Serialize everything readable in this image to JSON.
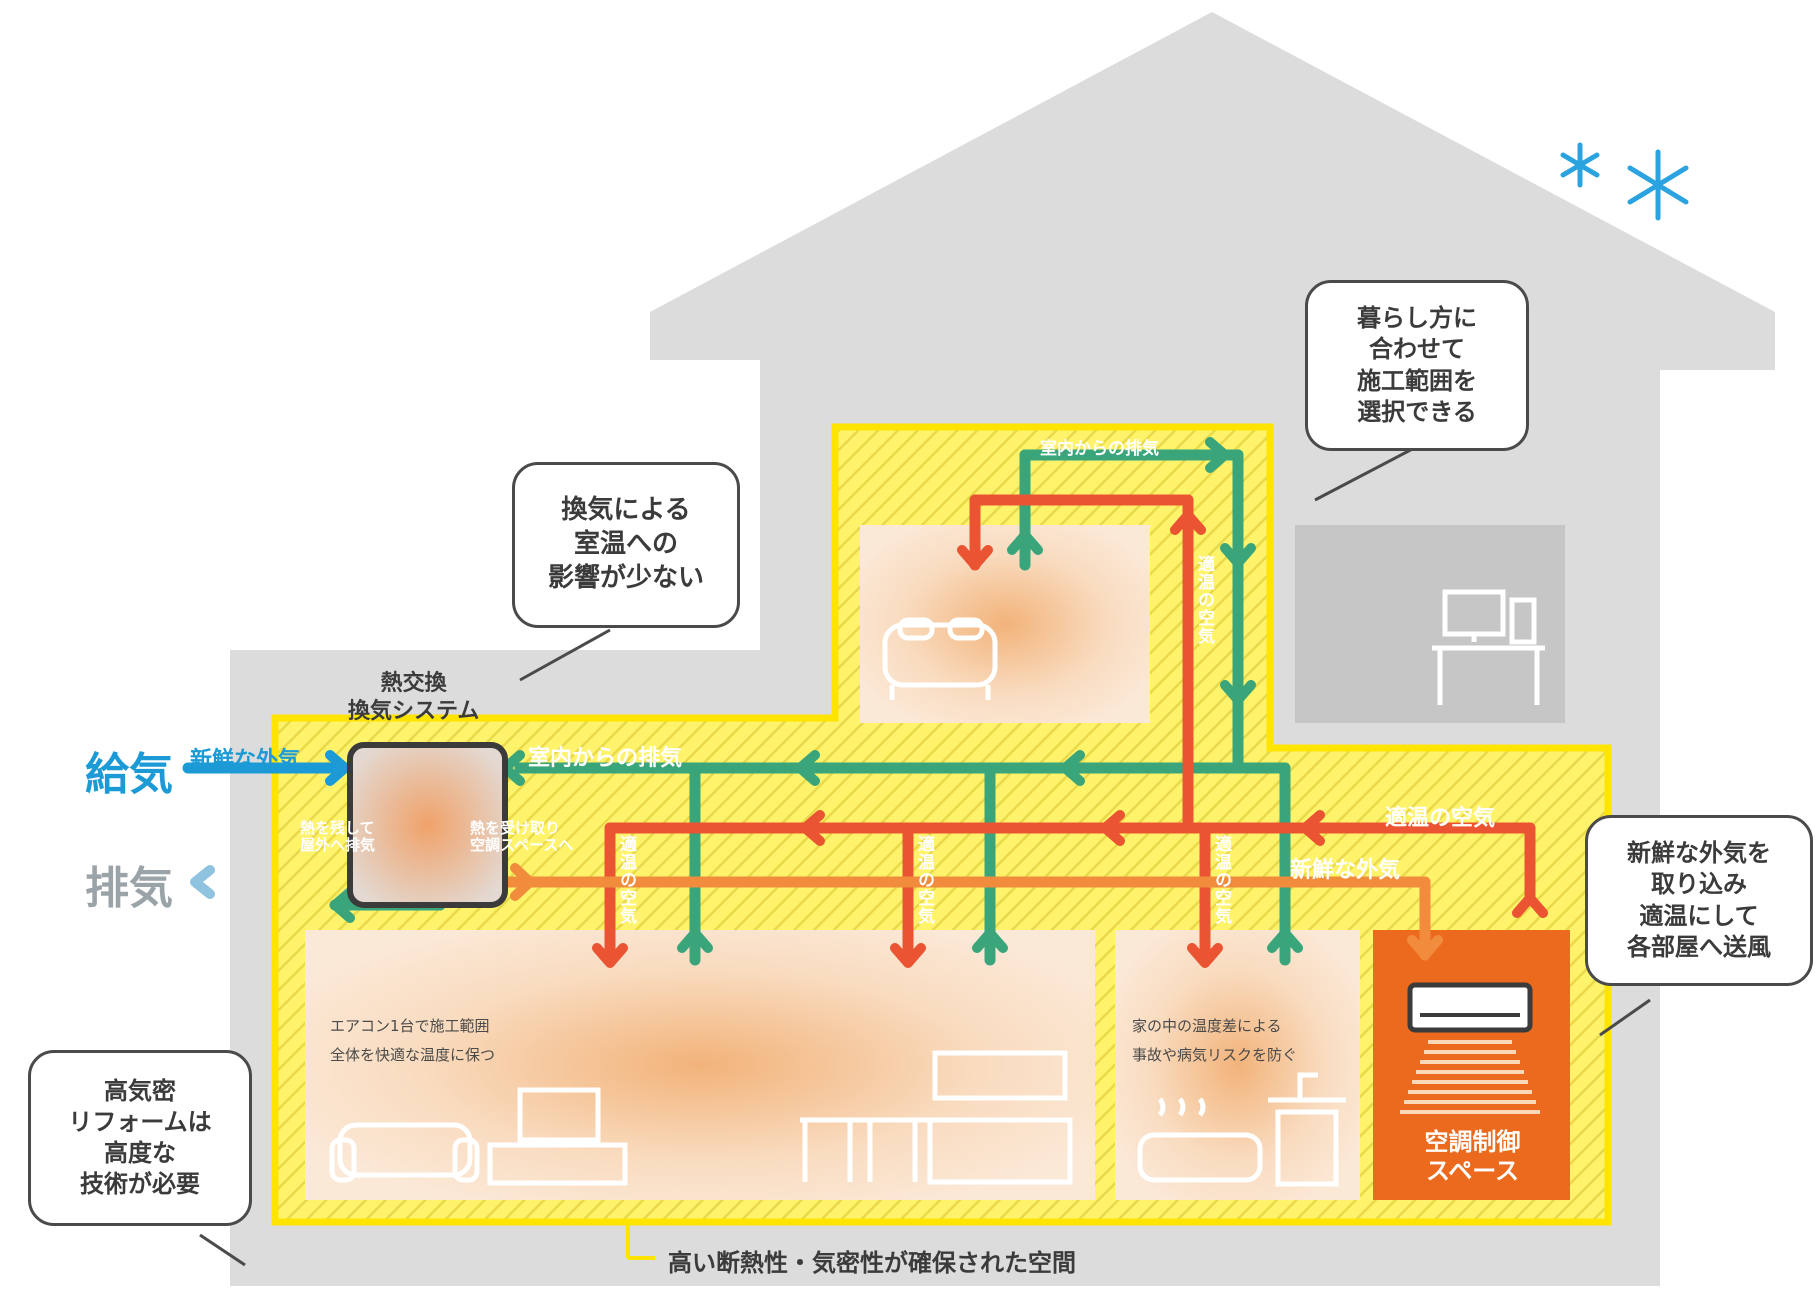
{
  "colors": {
    "house": "#dcdcdc",
    "insulated_zone": "#fff36b",
    "insulated_border": "#ffe400",
    "supply_blue": "#1b9ad6",
    "exhaust_gray": "#9aa3a8",
    "exhaust_green": "#3aa57a",
    "warm_red": "#ea5432",
    "fresh_orange": "#f08c3c",
    "ac_space": "#ec6a1e",
    "snow": "#2aa3e0"
  },
  "icons": [
    "snowflake-icon",
    "bed-icon",
    "desk-pc-icon",
    "sofa-icon",
    "tv-icon",
    "kitchen-icon",
    "bath-icon",
    "sink-icon",
    "air-conditioner-icon"
  ],
  "labels": {
    "supply": "給気",
    "exhaust": "排気",
    "fresh_air": "新鮮な外気",
    "from_room_exhaust": "室内からの排気",
    "room_exhaust_top": "室内からの排気",
    "suitable_air": "適温の空気",
    "suitable_air_v": "適温の空気",
    "fresh_air_right": "新鮮な外気",
    "heat_keep": "熱を残して\n屋外へ排気",
    "heat_receive": "熱を受け取り\n空調スペースへ",
    "hrv_title": "熱交換\n換気システム",
    "living_note": "エアコン1台で施工範囲\n全体を快適な温度に保つ",
    "bath_note": "家の中の温度差による\n事故や病気リスクを防ぐ",
    "ac_space": "空調制御\nスペース",
    "bottom_caption": "高い断熱性・気密性が確保された空間"
  },
  "bubbles": {
    "ventilation": "換気による\n室温への\n影響が少ない",
    "scope": "暮らし方に\n合わせて\n施工範囲を\n選択できる",
    "fresh_air": "新鮮な外気を\n取り込み\n適温にして\n各部屋へ送風",
    "airtight": "高気密\nリフォームは\n高度な\n技術が必要"
  }
}
